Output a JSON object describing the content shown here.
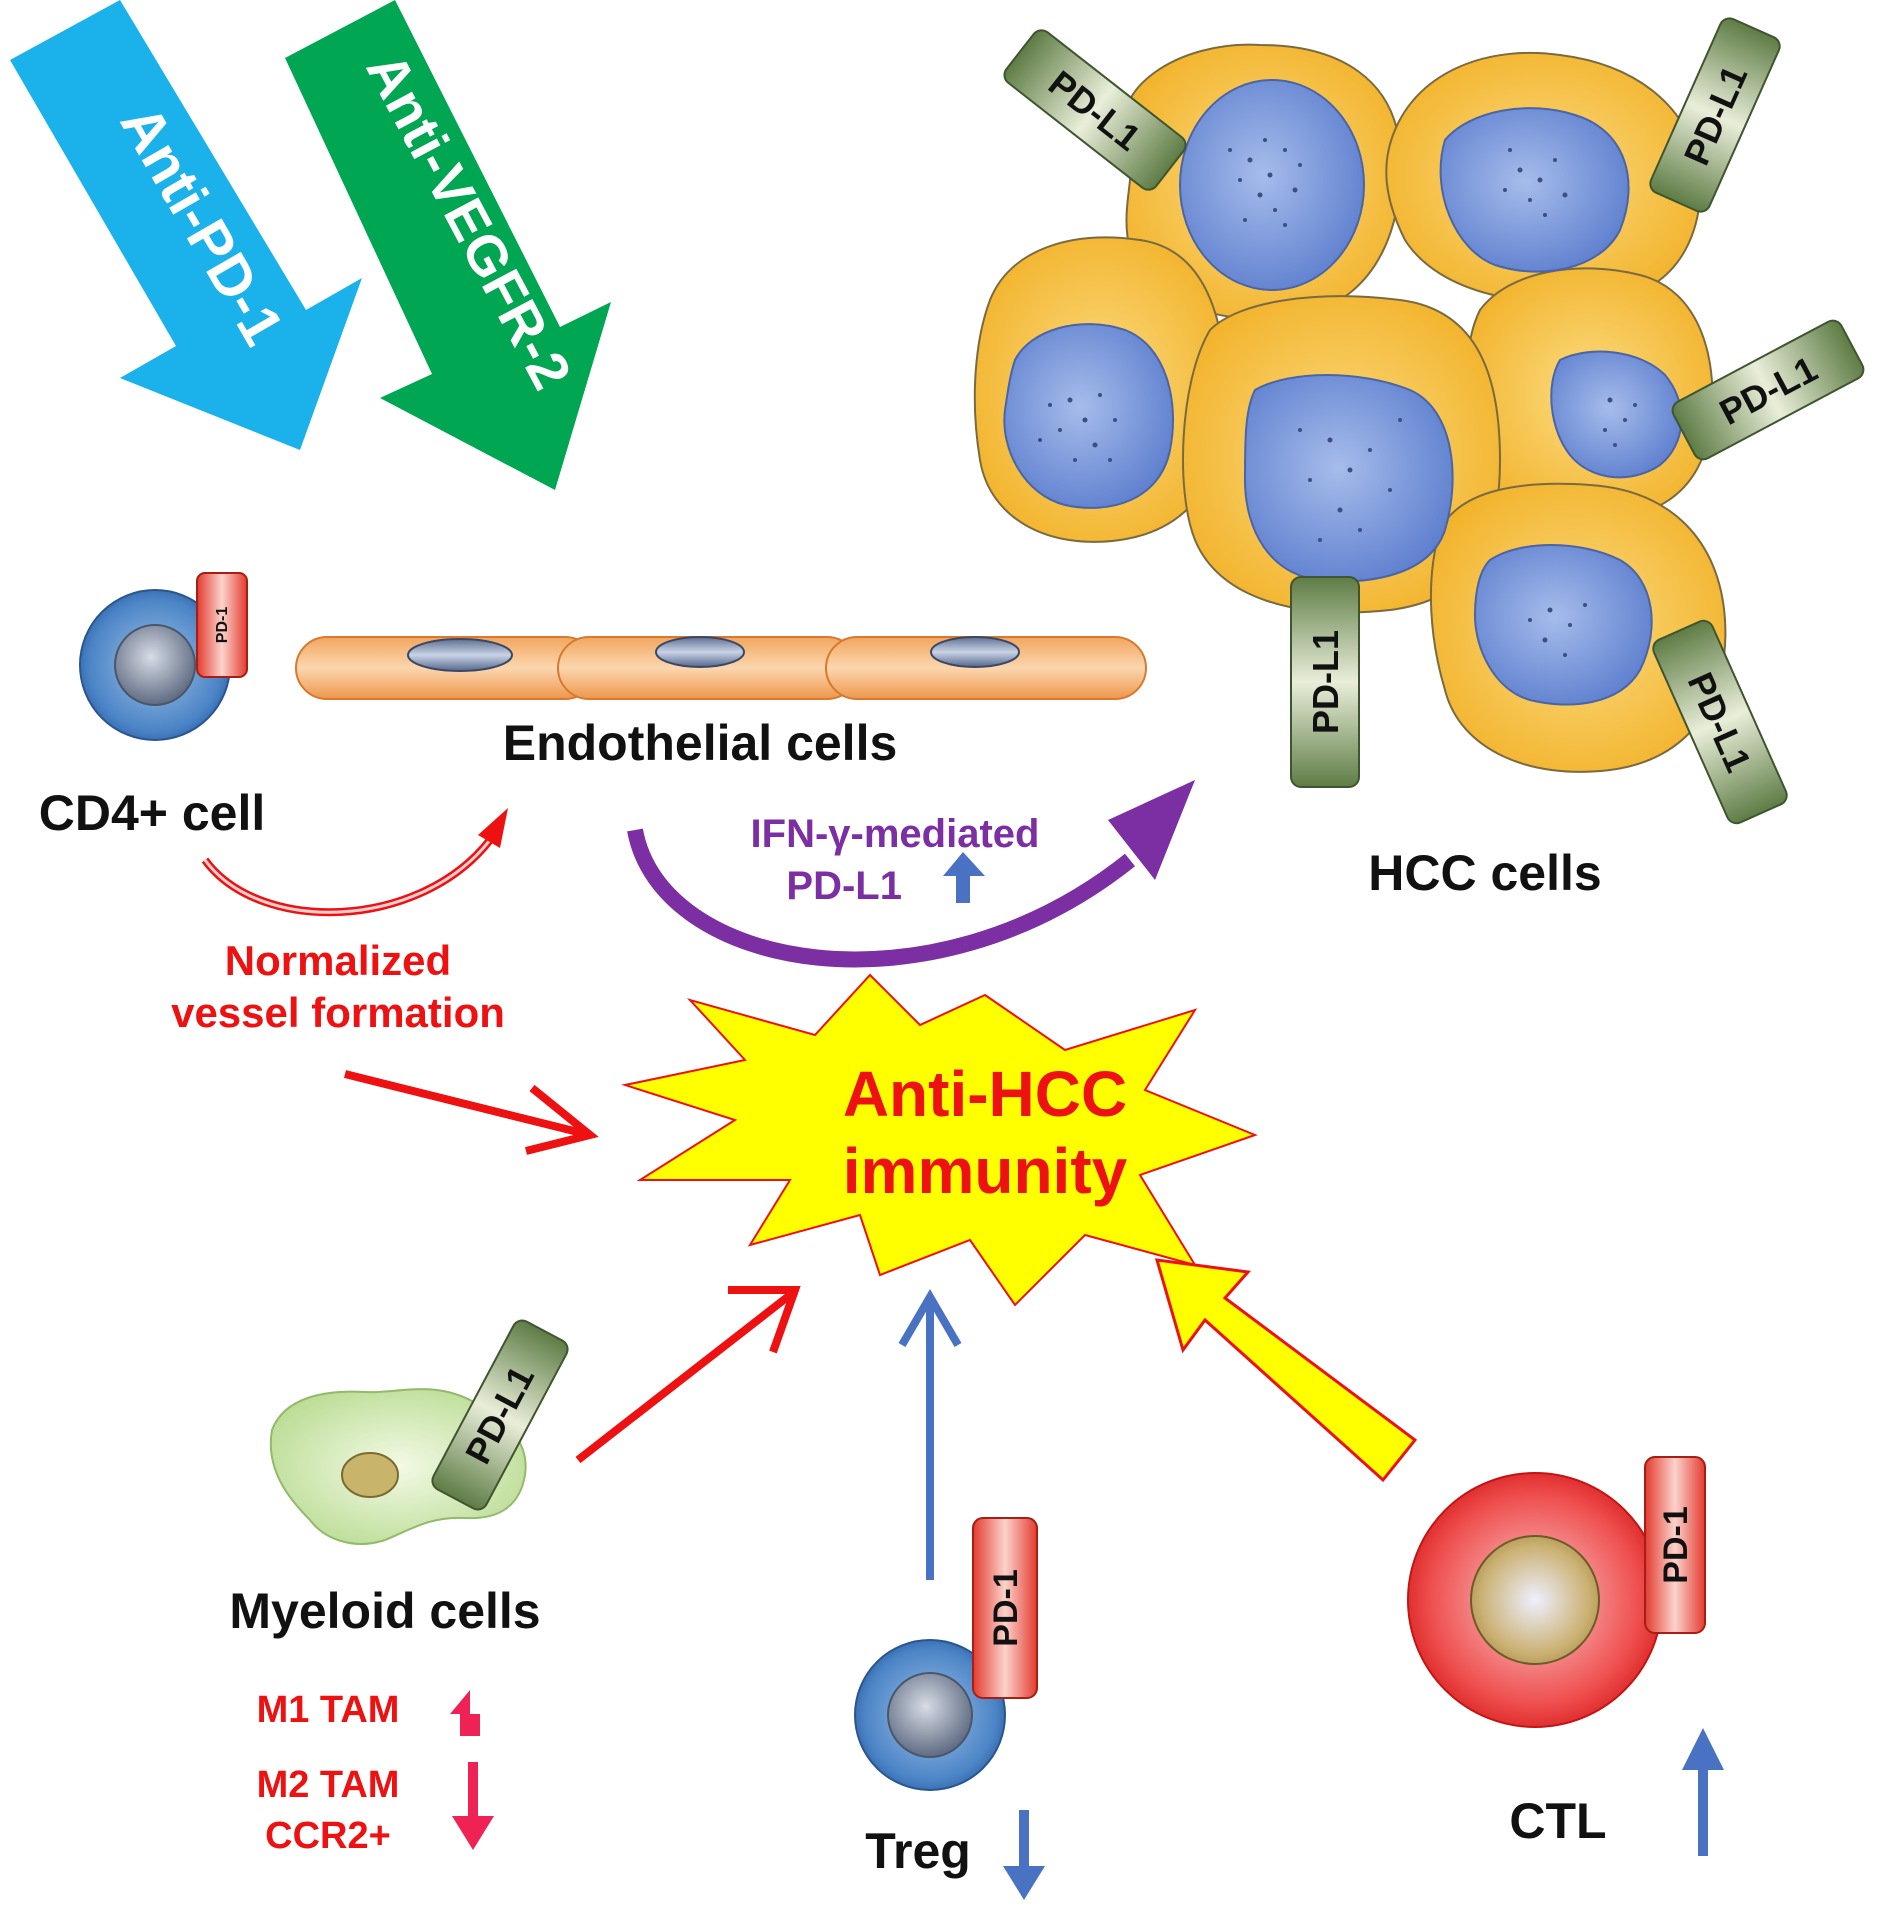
{
  "drugs": {
    "anti_pd1": "Anti-PD-1",
    "anti_vegfr2": "Anti-VEGFR-2"
  },
  "cells": {
    "cd4": "CD4+ cell",
    "endothelial": "Endothelial cells",
    "hcc": "HCC cells",
    "myeloid": "Myeloid cells",
    "treg": "Treg",
    "ctl": "CTL"
  },
  "receptors": {
    "pd1": "PD-1",
    "pdl1": "PD-L1"
  },
  "effects": {
    "normalized_line1": "Normalized",
    "normalized_line2": "vessel formation",
    "ifn_line1": "IFN-γ-mediated",
    "ifn_line2": "PD-L1",
    "m1_tam": "M1 TAM",
    "m2_tam": "M2 TAM",
    "ccr2": "CCR2+"
  },
  "center": {
    "line1": "Anti-HCC",
    "line2": "immunity"
  },
  "colors": {
    "anti_pd1_arrow": "#1BB2EC",
    "anti_vegfr2_arrow": "#00A651",
    "red": "#EE1111",
    "purple": "#7B2FA3",
    "blue_arrow": "#4A72C2",
    "star_fill": "#FFFF00",
    "hcc_cytoplasm": "#F5B82E",
    "nucleus": "#6E8FD6",
    "pdl1_green": "#6E8C55",
    "pd1_red": "#E8453C"
  }
}
